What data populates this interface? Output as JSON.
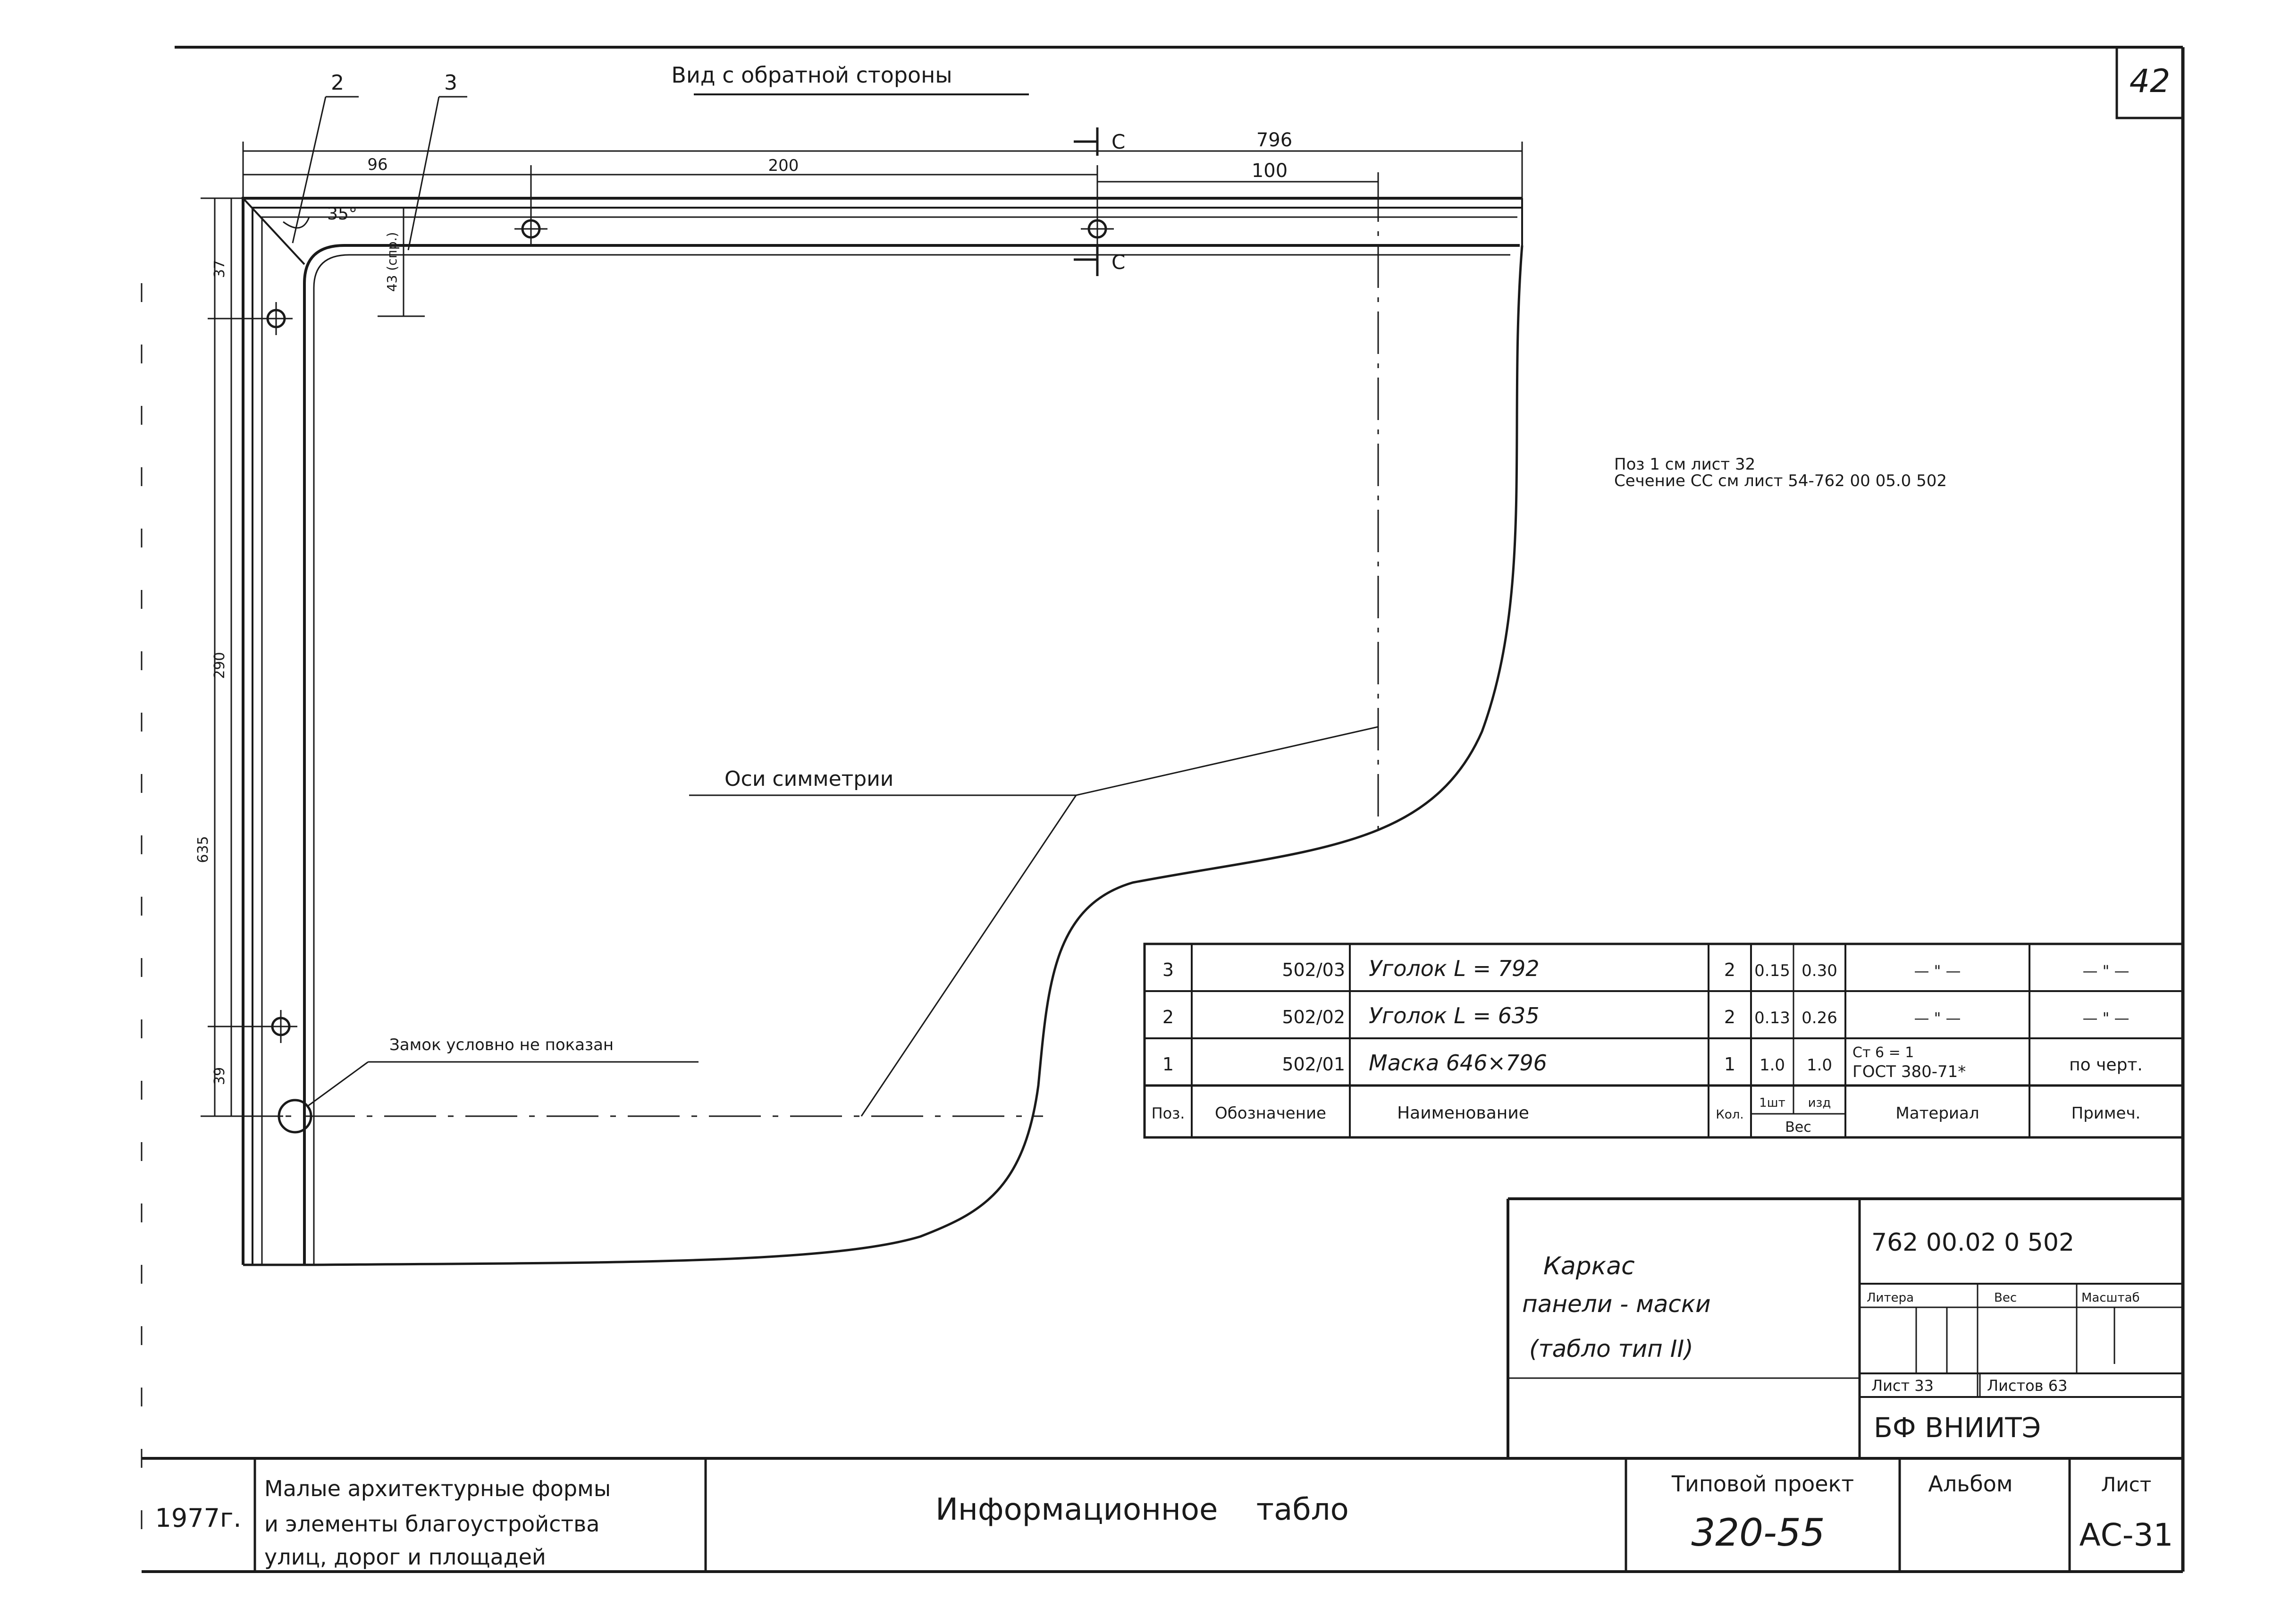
{
  "sheet_number": "42",
  "view_title": "Вид с обратной стороны",
  "callouts": {
    "pos2": "2",
    "pos3": "3"
  },
  "dimensions": {
    "overall_width": "796",
    "left_offset": "96",
    "hole_spacing": "200",
    "right_offset": "100",
    "top_37": "37",
    "height_290": "290",
    "height_635": "635",
    "bottom_39": "39",
    "flange_43": "43 (спр.)",
    "angle_35": "35°"
  },
  "section_label": "С",
  "notes": {
    "line1": "Поз 1 см лист 32",
    "line2": "Сечение СС см лист 54-762 00 05.0 502"
  },
  "labels": {
    "symmetry_axes": "Оси симметрии",
    "lock_note": "Замок условно не показан"
  },
  "bom": {
    "header": {
      "pos": "Поз.",
      "designation": "Обозначение",
      "name": "Наименование",
      "qty": "Кол.",
      "weight": "Вес",
      "weight_unit": "1шт",
      "weight_total": "изд",
      "material": "Материал",
      "note": "Примеч."
    },
    "rows": [
      {
        "pos": "3",
        "designation": "502/03",
        "name": "Уголок  L = 792",
        "qty": "2",
        "w1": "0.15",
        "w2": "0.30",
        "material": "— \" —",
        "note": "— \" —"
      },
      {
        "pos": "2",
        "designation": "502/02",
        "name": "Уголок  L = 635",
        "qty": "2",
        "w1": "0.13",
        "w2": "0.26",
        "material": "— \" —",
        "note": "— \" —"
      },
      {
        "pos": "1",
        "designation": "502/01",
        "name": "Маска  646×796",
        "qty": "1",
        "w1": "1.0",
        "w2": "1.0",
        "material_1": "Ст 6 = 1",
        "material_2": "ГОСТ 380-71*",
        "note": "по черт."
      }
    ]
  },
  "stamp": {
    "title_1": "Каркас",
    "title_2": "панели - маски",
    "title_3": "(табло  тип II)",
    "doc_code": "762 00.02 0 502",
    "col_litera": "Литера",
    "col_weight": "Вес",
    "col_scale": "Масштаб",
    "sheet_label": "Лист 33",
    "sheets_label": "Листов 63",
    "org": "БФ ВНИИТЭ"
  },
  "footer": {
    "year": "1977г.",
    "series_1": "Малые архитектурные формы",
    "series_2": "и элементы благоустройства",
    "series_3": "улиц, дорог и площадей",
    "subject": "Информационное    табло",
    "project_label": "Типовой проект",
    "project_code": "320-55",
    "album_label": "Альбом",
    "sheet_label": "Лист",
    "sheet_code": "АС-31"
  }
}
